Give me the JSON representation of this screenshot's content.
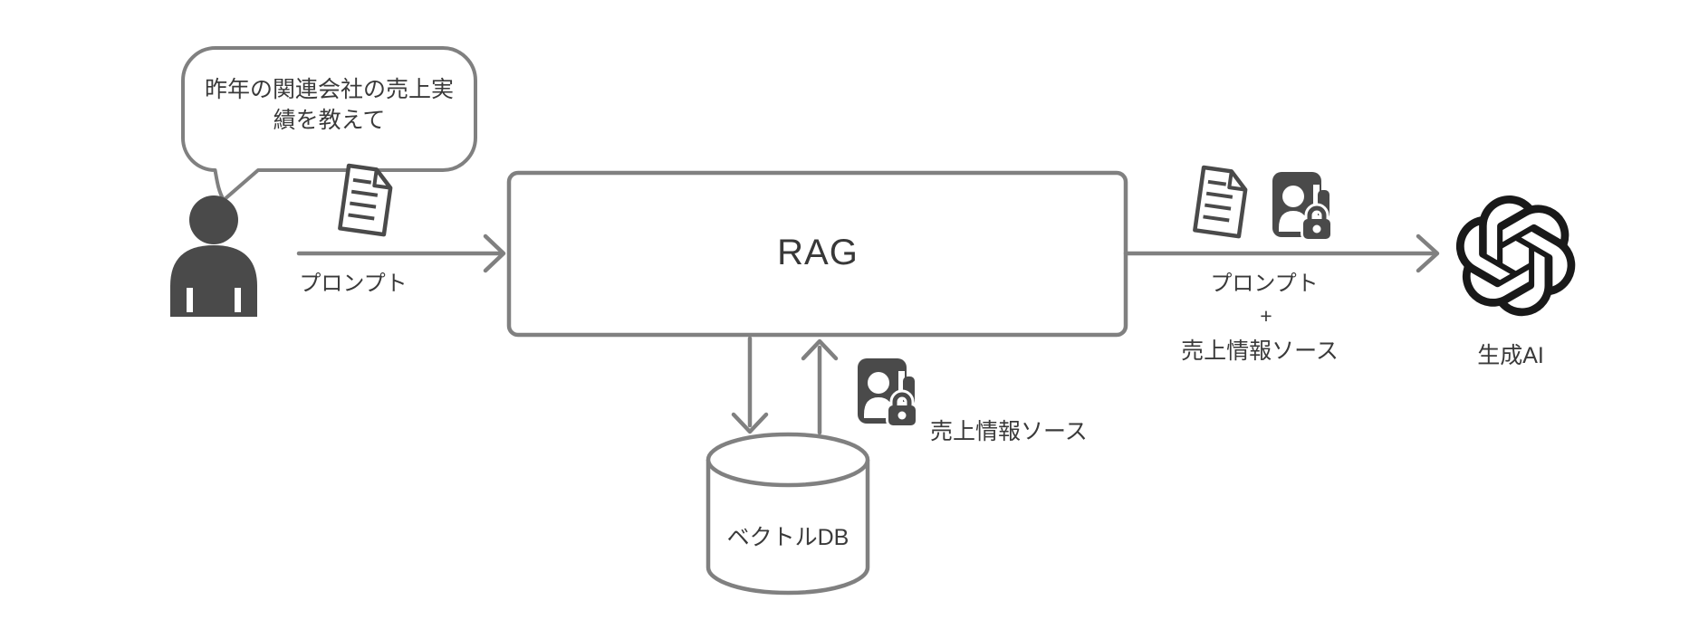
{
  "diagram": {
    "user": {
      "speech_line1": "昨年の関連会社の売上実",
      "speech_line2": "績を教えて"
    },
    "flow_user_to_rag": {
      "label": "プロンプト"
    },
    "rag_box": {
      "label": "RAG"
    },
    "vector_db": {
      "label": "ベクトルDB"
    },
    "sales_source": {
      "label": "売上情報ソース"
    },
    "flow_rag_to_ai": {
      "line1": "プロンプト",
      "line2": "+",
      "line3": "売上情報ソース"
    },
    "gen_ai": {
      "label": "生成AI"
    }
  },
  "icons": {
    "user": "user-person-icon",
    "document": "document-icon",
    "secured_contact": "contact-lock-icon",
    "database": "database-cylinder-icon",
    "ai": "openai-logo-icon",
    "speech": "speech-bubble"
  },
  "colors": {
    "background": "#ffffff",
    "line_gray": "#808080",
    "icon_dark": "#4a4a4a",
    "text": "#3a3a3a",
    "logo_black": "#191919"
  }
}
